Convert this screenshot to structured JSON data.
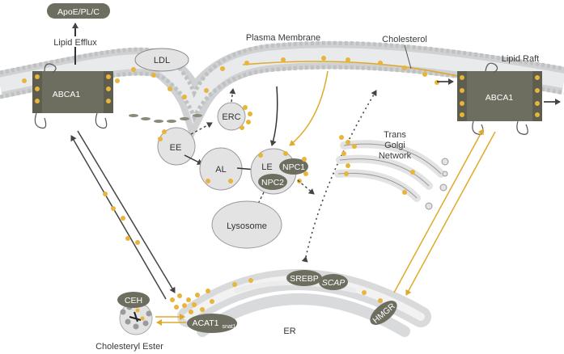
{
  "labels": {
    "apoe": "ApoE/PL/C",
    "lipid_efflux": "Lipid Efflux",
    "ldl": "LDL",
    "plasma_membrane": "Plasma Membrane",
    "cholesterol": "Cholesterol",
    "lipid_raft": "Lipid Raft",
    "abca1_left": "ABCA1",
    "abca1_right": "ABCA1",
    "erc": "ERC",
    "ee": "EE",
    "al": "AL",
    "le": "LE",
    "npc1": "NPC1",
    "npc2": "NPC2",
    "lysosome": "Lysosome",
    "tgn_1": "Trans",
    "tgn_2": "Golgi",
    "tgn_3": "Network",
    "srebp": "SREBP",
    "scap": "SCAP",
    "hmgr": "HMGR",
    "er": "ER",
    "ceh": "CEH",
    "acat1": "ACAT1",
    "acat1_sub": "snat1",
    "cholesteryl_ester": "Cholesteryl Ester"
  },
  "colors": {
    "membrane": "#d9dadb",
    "protein": "#6e6e60",
    "cholesterol": "#e8b43a",
    "organelle": "#e3e3e3",
    "arrow_dark": "#444444",
    "arrow_gold": "#e0a92a"
  }
}
